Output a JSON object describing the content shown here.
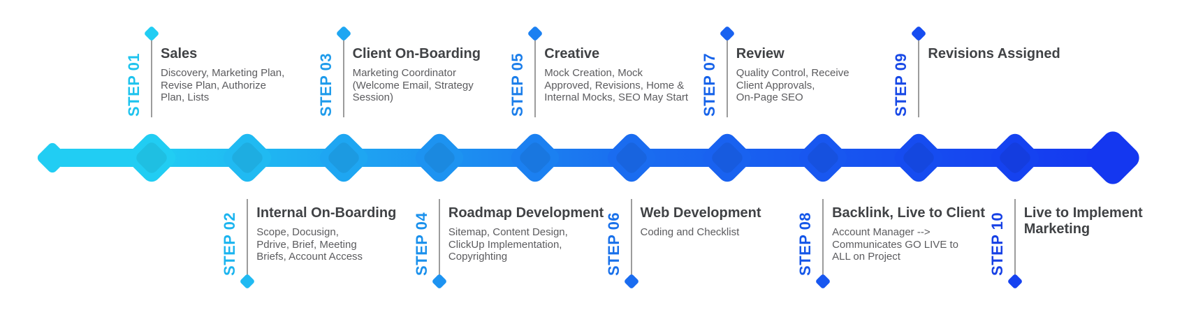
{
  "page": {
    "background": "#ffffff"
  },
  "timeline": {
    "band": {
      "start_color": "#21CDF3",
      "mid_color": "#1A6CF0",
      "end_color": "#1437F0",
      "inner_diamond_darken": 0.93
    },
    "text_colors": {
      "title": "#404245",
      "description": "#5B5B5E",
      "connector_line": "#9C9C9C"
    },
    "steps": [
      {
        "number": "STEP 01",
        "side": "top",
        "title": "Sales",
        "description": "Discovery, Marketing Plan,\nRevise Plan, Authorize\nPlan, Lists",
        "accent": "#1EC3EE"
      },
      {
        "number": "STEP 02",
        "side": "bottom",
        "title": "Internal On-Boarding",
        "description": "Scope, Docusign,\nPdrive, Brief, Meeting\nBriefs, Account Access",
        "accent": "#1BB4EF"
      },
      {
        "number": "STEP 03",
        "side": "top",
        "title": "Client On-Boarding",
        "description": "Marketing Coordinator\n(Welcome Email, Strategy\nSession)",
        "accent": "#1E9BEB"
      },
      {
        "number": "STEP 04",
        "side": "bottom",
        "title": "Roadmap Development",
        "description": "Sitemap, Content Design,\nClickUp Implementation,\nCopyrighting",
        "accent": "#1990EC"
      },
      {
        "number": "STEP 05",
        "side": "top",
        "title": "Creative",
        "description": "Mock Creation, Mock\nApproved, Revisions, Home &\nInternal Mocks, SEO May Start",
        "accent": "#1B7EEA"
      },
      {
        "number": "STEP 06",
        "side": "bottom",
        "title": "Web Development",
        "description": "Coding and Checklist",
        "accent": "#1870EA"
      },
      {
        "number": "STEP 07",
        "side": "top",
        "title": "Review",
        "description": "Quality Control, Receive\nClient Approvals,\nOn-Page SEO",
        "accent": "#1562E9"
      },
      {
        "number": "STEP 08",
        "side": "bottom",
        "title": "Backlink, Live to Client",
        "description": "Account Manager -->\nCommunicates GO LIVE to\nALL on Project",
        "accent": "#1456E8"
      },
      {
        "number": "STEP 09",
        "side": "top",
        "title": "Revisions Assigned",
        "description": "",
        "accent": "#1748E6"
      },
      {
        "number": "STEP 10",
        "side": "bottom",
        "title": "Live to Implement\nMarketing",
        "description": "",
        "accent": "#1640E5"
      }
    ]
  }
}
